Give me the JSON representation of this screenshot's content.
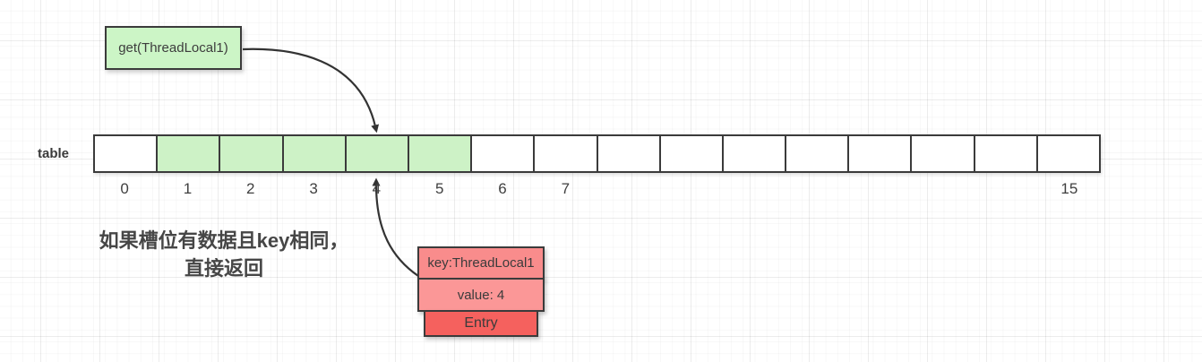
{
  "colors": {
    "border": "#3b3b3b",
    "arrow": "#333333",
    "box_green": "#ccf5c6",
    "cell_filled": "#cdf2c6",
    "cell_empty": "#ffffff",
    "entry_key": "#f98c8c",
    "entry_value": "#fb9797",
    "entry_bottom": "#f5615e",
    "note_text": "#464646"
  },
  "get_box": {
    "label": "get(ThreadLocal1)"
  },
  "table": {
    "label": "table",
    "cells": [
      {
        "index": "0",
        "filled": false
      },
      {
        "index": "1",
        "filled": true
      },
      {
        "index": "2",
        "filled": true
      },
      {
        "index": "3",
        "filled": true
      },
      {
        "index": "4",
        "filled": true
      },
      {
        "index": "5",
        "filled": true
      },
      {
        "index": "6",
        "filled": false
      },
      {
        "index": "7",
        "filled": false
      },
      {
        "index": "",
        "filled": false
      },
      {
        "index": "",
        "filled": false
      },
      {
        "index": "",
        "filled": false
      },
      {
        "index": "",
        "filled": false
      },
      {
        "index": "",
        "filled": false
      },
      {
        "index": "",
        "filled": false
      },
      {
        "index": "",
        "filled": false
      },
      {
        "index": "15",
        "filled": false
      }
    ]
  },
  "note": {
    "line1": "如果槽位有数据且key相同，",
    "line2": "直接返回"
  },
  "entry_stack": {
    "key_label": "key:ThreadLocal1",
    "value_label": "value: 4",
    "entry_label": "Entry"
  }
}
